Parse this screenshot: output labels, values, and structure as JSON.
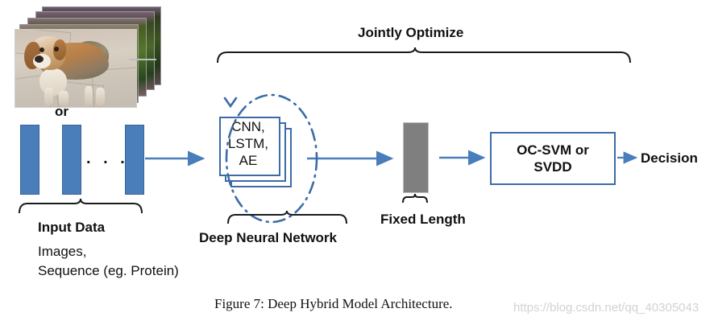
{
  "figure": {
    "caption": "Figure 7: Deep Hybrid Model Architecture.",
    "watermark": "https://blog.csdn.net/qq_40305043"
  },
  "labels": {
    "jointly_optimize": "Jointly Optimize",
    "or": "or",
    "ellipsis": ". . .",
    "input_data": "Input Data",
    "input_line1": "Images,",
    "input_line2": "Sequence (eg. Protein)",
    "deep_neural_network": "Deep Neural Network",
    "fixed_length": "Fixed Length",
    "decision": "Decision"
  },
  "nodes": {
    "dnn_box_line1": "CNN,",
    "dnn_box_line2": "LSTM,",
    "dnn_box_line3": "AE",
    "classifier_line1": "OC-SVM or",
    "classifier_line2": "SVDD"
  },
  "colors": {
    "accent_blue": "#4a7ebb",
    "box_border_blue": "#3c6ca8",
    "gray_bar": "#7f7f7f",
    "text": "#111111",
    "watermark": "#d2d2d2"
  },
  "icons": {
    "input_image_stack": "photo-stack-icon",
    "dog_photo": "dog-photo-icon",
    "arrow": "arrow-right-icon",
    "ellipse": "dash-dot-ellipse-icon",
    "brace": "curly-brace-icon"
  }
}
